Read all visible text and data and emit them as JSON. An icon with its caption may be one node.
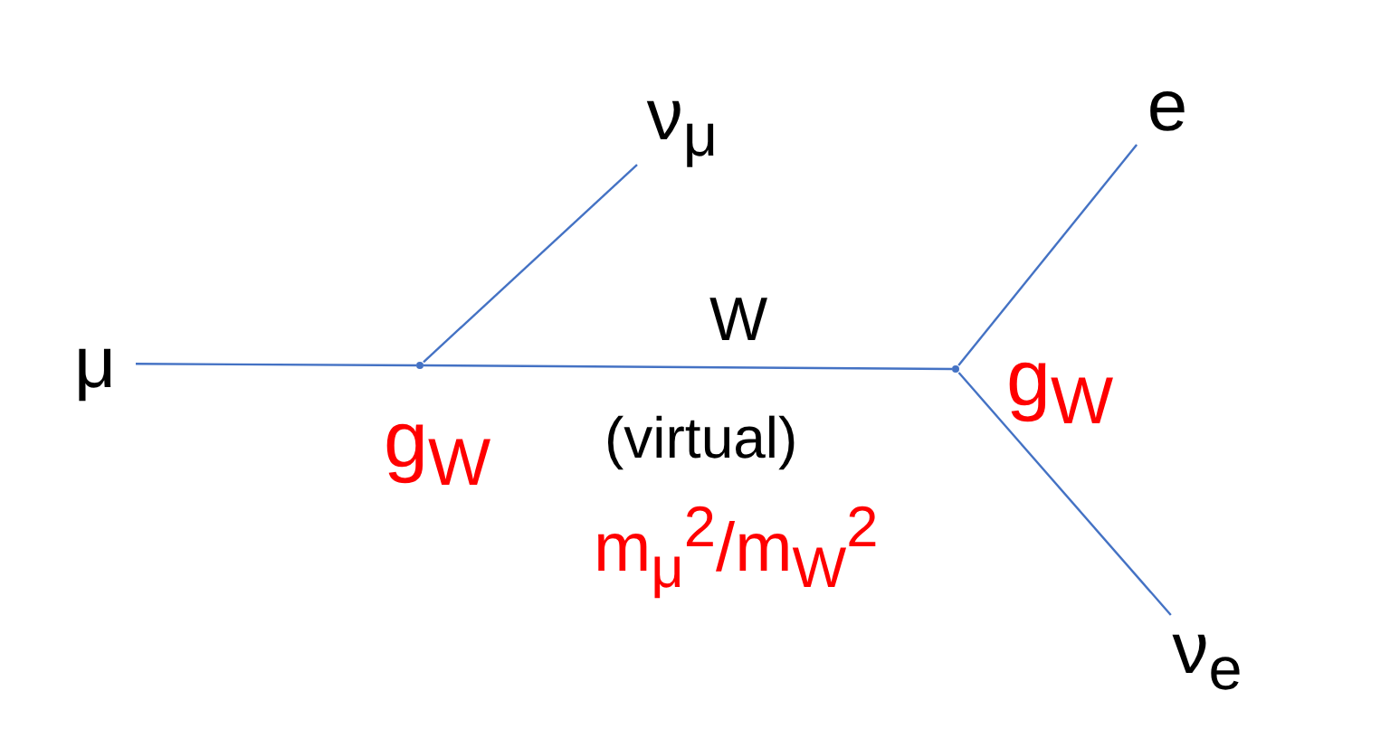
{
  "diagram": {
    "nodes": [
      {
        "text": [
          "μ"
        ]
      },
      {
        "text": [],
        "shape": "point",
        "beside": [
          "g$_{W}$"
        ]
      },
      {
        "text": [
          "ν$_{μ}$"
        ]
      },
      {
        "text": [],
        "shape": "point",
        "beside": [
          "g$_{W}$"
        ]
      },
      {
        "text": [
          "e"
        ]
      },
      {
        "text": [
          "ν$_{e}$"
        ]
      }
    ],
    "edges": [
      {
        "from": 0,
        "to": 1,
        "arrow": "none"
      },
      {
        "from": 1,
        "to": 2,
        "arrow": "none"
      },
      {
        "from": 1,
        "to": 3,
        "arrow": "none",
        "label": "W"
      },
      {
        "from": 3,
        "to": 4,
        "arrow": "none"
      },
      {
        "from": 3,
        "to": 5,
        "arrow": "none"
      }
    ],
    "labels": [
      "(virtual)",
      "m$_{μ}$$^{2}$/m$_{W}$$^{2}$"
    ]
  }
}
